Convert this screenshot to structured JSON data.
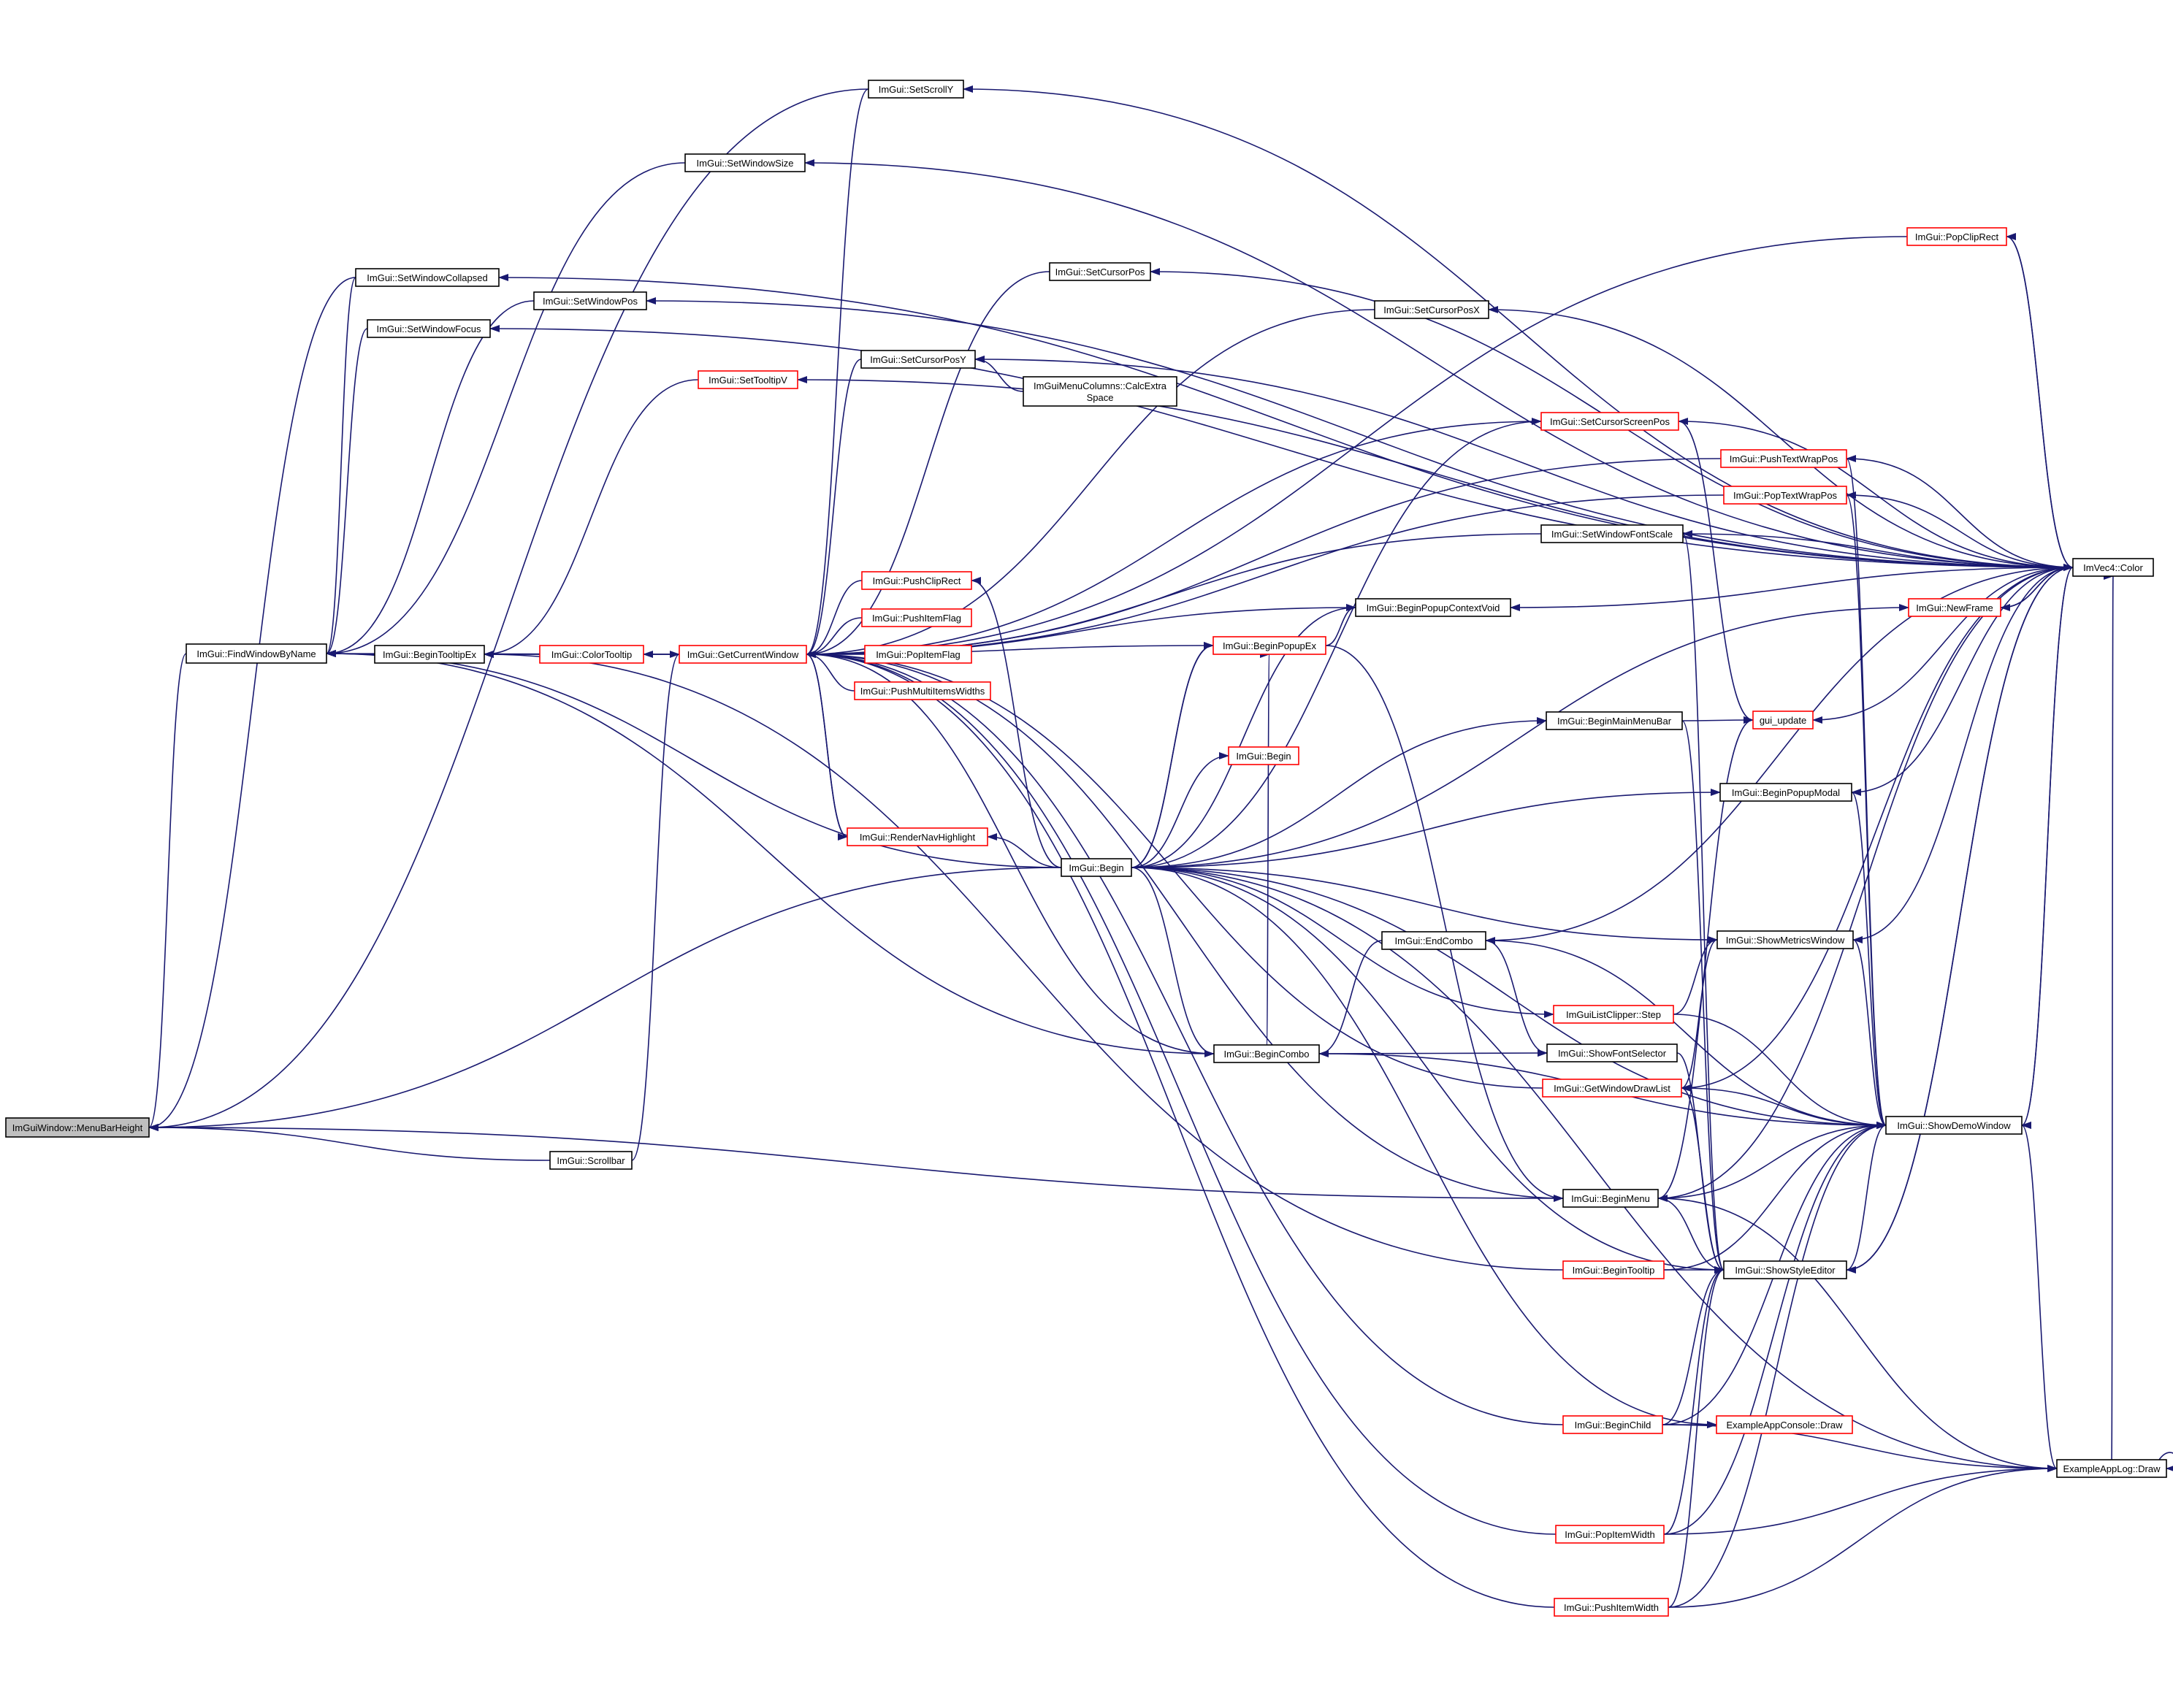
{
  "colors": {
    "edge": "#191970",
    "node_border_black": "#000000",
    "node_border_red": "#ff0000",
    "node_fill": "#ffffff",
    "root_fill": "#bfbfbf"
  },
  "nodes": [
    {
      "id": "menubar",
      "label": "ImGuiWindow::MenuBarHeight",
      "style": "root"
    },
    {
      "id": "find",
      "label": "ImGui::FindWindowByName",
      "style": "black"
    },
    {
      "id": "collapsed",
      "label": "ImGui::SetWindowCollapsed",
      "style": "black"
    },
    {
      "id": "focus",
      "label": "ImGui::SetWindowFocus",
      "style": "black"
    },
    {
      "id": "winpos",
      "label": "ImGui::SetWindowPos",
      "style": "black"
    },
    {
      "id": "winsize",
      "label": "ImGui::SetWindowSize",
      "style": "black"
    },
    {
      "id": "tooltipex",
      "label": "ImGui::BeginTooltipEx",
      "style": "black"
    },
    {
      "id": "scrollbar",
      "label": "ImGui::Scrollbar",
      "style": "black"
    },
    {
      "id": "scrolly",
      "label": "ImGui::SetScrollY",
      "style": "black"
    },
    {
      "id": "tooltipv",
      "label": "ImGui::SetTooltipV",
      "style": "red"
    },
    {
      "id": "colortooltip",
      "label": "ImGui::ColorTooltip",
      "style": "red"
    },
    {
      "id": "getcur",
      "label": "ImGui::GetCurrentWindow",
      "style": "red"
    },
    {
      "id": "cursorpos",
      "label": "ImGui::SetCursorPos",
      "style": "black"
    },
    {
      "id": "cursorposy",
      "label": "ImGui::SetCursorPosY",
      "style": "black"
    },
    {
      "id": "calcextra",
      "label": "ImGuiMenuColumns::CalcExtra\nSpace",
      "style": "black"
    },
    {
      "id": "cursorposx",
      "label": "ImGui::SetCursorPosX",
      "style": "black"
    },
    {
      "id": "pushcliprect",
      "label": "ImGui::PushClipRect",
      "style": "red"
    },
    {
      "id": "pushitemflag",
      "label": "ImGui::PushItemFlag",
      "style": "red"
    },
    {
      "id": "popitemflag",
      "label": "ImGui::PopItemFlag",
      "style": "red"
    },
    {
      "id": "pushmulti",
      "label": "ImGui::PushMultiItemsWidths",
      "style": "red"
    },
    {
      "id": "navhl",
      "label": "ImGui::RenderNavHighlight",
      "style": "red"
    },
    {
      "id": "begin",
      "label": "ImGui::Begin",
      "style": "black"
    },
    {
      "id": "beginpopupex",
      "label": "ImGui::BeginPopupEx",
      "style": "red"
    },
    {
      "id": "begin2",
      "label": "ImGui::Begin",
      "style": "red"
    },
    {
      "id": "begincombo",
      "label": "ImGui::BeginCombo",
      "style": "black"
    },
    {
      "id": "popupctxvoid",
      "label": "ImGui::BeginPopupContextVoid",
      "style": "black"
    },
    {
      "id": "endcombo",
      "label": "ImGui::EndCombo",
      "style": "black"
    },
    {
      "id": "cursorscreen",
      "label": "ImGui::SetCursorScreenPos",
      "style": "red"
    },
    {
      "id": "fontscale",
      "label": "ImGui::SetWindowFontScale",
      "style": "black"
    },
    {
      "id": "mainmenubar",
      "label": "ImGui::BeginMainMenuBar",
      "style": "black"
    },
    {
      "id": "clipperstep",
      "label": "ImGuiListClipper::Step",
      "style": "red"
    },
    {
      "id": "fontselector",
      "label": "ImGui::ShowFontSelector",
      "style": "black"
    },
    {
      "id": "drawlist",
      "label": "ImGui::GetWindowDrawList",
      "style": "red"
    },
    {
      "id": "beginmenu",
      "label": "ImGui::BeginMenu",
      "style": "black"
    },
    {
      "id": "begintooltip",
      "label": "ImGui::BeginTooltip",
      "style": "red"
    },
    {
      "id": "beginchild",
      "label": "ImGui::BeginChild",
      "style": "red"
    },
    {
      "id": "popitemwidth",
      "label": "ImGui::PopItemWidth",
      "style": "red"
    },
    {
      "id": "pushitemwidth",
      "label": "ImGui::PushItemWidth",
      "style": "red"
    },
    {
      "id": "poptextwrap",
      "label": "ImGui::PopTextWrapPos",
      "style": "red"
    },
    {
      "id": "pushtextwrap",
      "label": "ImGui::PushTextWrapPos",
      "style": "red"
    },
    {
      "id": "popcliprect",
      "label": "ImGui::PopClipRect",
      "style": "red"
    },
    {
      "id": "newframe",
      "label": "ImGui::NewFrame",
      "style": "red"
    },
    {
      "id": "guiupdate",
      "label": "gui_update",
      "style": "red"
    },
    {
      "id": "popupmodal",
      "label": "ImGui::BeginPopupModal",
      "style": "black"
    },
    {
      "id": "metrics",
      "label": "ImGui::ShowMetricsWindow",
      "style": "black"
    },
    {
      "id": "styleeditor",
      "label": "ImGui::ShowStyleEditor",
      "style": "black"
    },
    {
      "id": "console",
      "label": "ExampleAppConsole::Draw",
      "style": "red"
    },
    {
      "id": "demo",
      "label": "ImGui::ShowDemoWindow",
      "style": "black"
    },
    {
      "id": "applog",
      "label": "ExampleAppLog::Draw",
      "style": "black"
    },
    {
      "id": "color",
      "label": "ImVec4::Color",
      "style": "black"
    }
  ]
}
